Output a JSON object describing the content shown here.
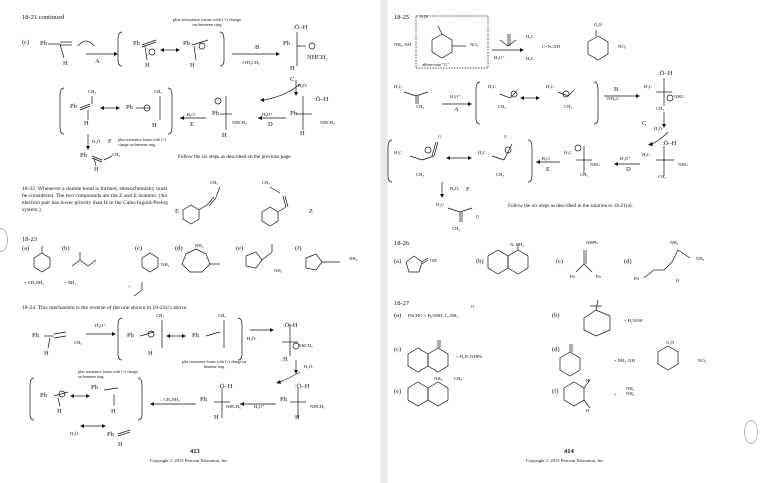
{
  "left_page": {
    "header_1821": "18-21  continued",
    "part_c": "(c)",
    "ph": "Ph",
    "h": "H",
    "o_h": ":Ö–H",
    "nhch3": "NHCH₃",
    "step_a": "A",
    "step_b": "B",
    "step_c": "C",
    "step_d": "D",
    "step_e": "E",
    "step_f": "F",
    "resonance_note": "plus resonance forms with (+) charge on benzene ring",
    "nh2ch3": ":NH₂CH₃",
    "h2o_colon": "H₂Ö:",
    "minus_h2o": "– H₂O",
    "h3o_plus": "H₃O⁺",
    "ch3": "CH₃",
    "follow_note": "Follow the six steps as described on the previous page.",
    "header_1822": "18-22",
    "text_1822": "Whenever a double bond is formed, stereochemistry must be considered. The two compounds are the Z and E isomers. (An electron pair has lower priority than H in the Cahn-Ingold-Prelog system.)",
    "e_label": "E",
    "z_label": "Z",
    "header_1823": "18-23",
    "parts_1823": [
      "(a)",
      "(b)",
      "(c)",
      "(d)",
      "(e)",
      "(f)"
    ],
    "nh2": "NH₂",
    "reagents_1823a": "+  CH₃NH₂",
    "reagents_1823b": "+  NH₃",
    "plus": "+",
    "header_1824": "18-24",
    "text_1824": "This mechanism is the reverse of the one shown in 18-21(c) above.",
    "minus_ch3nh2": "– CH₃NH₂",
    "h3o_colon": "H₃O⁺",
    "page_number": "413",
    "copyright": "Copyright © 2013 Pearson Education, Inc."
  },
  "right_page": {
    "header_1825": "18-25",
    "no2": "NO₂",
    "o2n": "O₂N",
    "nh2_nh": "NH₂–NH",
    "abbreviate": "abbreviate \"G\"",
    "h3o_plus": "H₃O⁺",
    "h3c": "H₃C",
    "h3c_2": "H₃C",
    "ch3": "CH₃",
    "product_chain": "C=N–NH",
    "step_a": "A",
    "step_b": "B",
    "step_c": "C",
    "step_d": "D",
    "step_e": "E",
    "step_f": "F",
    "nh2g": ":NH₂G",
    "nhg": "NHG",
    "g": "G",
    "minus_h2o": "– H₂O",
    "h2o_colon": "H₂Ö:",
    "follow_note": "Follow the six steps as described in the solution to 18-21(a).",
    "header_1826": "18-26",
    "parts_1826": [
      "(a)",
      "(b)",
      "(c)",
      "(d)"
    ],
    "oh": "OH",
    "n_nh2": "N–NH₂",
    "nhph": "NHPh",
    "ph": "Ph",
    "nh2": "NH₂",
    "header_1827": "18-27",
    "parts_1827": [
      "(a)",
      "(b)",
      "(c)",
      "(d)",
      "(e)",
      "(f)"
    ],
    "reaction_a": "PhCHO  +  H₂NNH–C–NH₂",
    "reaction_b_reagent": "+  H₂NOH",
    "reaction_c_reagent": "+  H₂N–NHPh",
    "reaction_d_reagent": "+  NH₂–NH",
    "reaction_f_reagent": "+",
    "nh2_nh2": "NH₂ NH₂",
    "h": "H",
    "o": "O",
    "page_number": "414",
    "copyright": "Copyright © 2013 Pearson Education, Inc."
  }
}
